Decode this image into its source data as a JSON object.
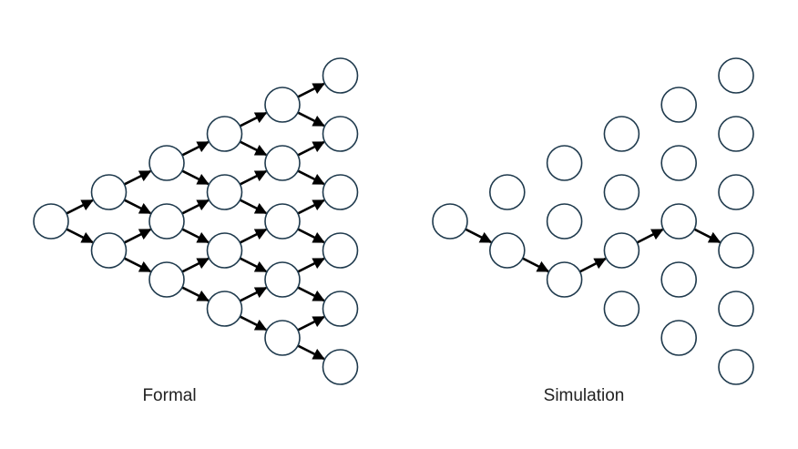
{
  "colors": {
    "node_stroke": "#1f3a4d",
    "node_fill": "#ffffff",
    "edge": "#000000"
  },
  "diagrams": [
    {
      "id": "formal",
      "caption": "Formal",
      "steps": 6,
      "edges": "all"
    },
    {
      "id": "simulation",
      "caption": "Simulation",
      "steps": 6,
      "edges": "path",
      "path_levels": [
        0,
        -1,
        -2,
        -1,
        0,
        -1
      ]
    }
  ]
}
